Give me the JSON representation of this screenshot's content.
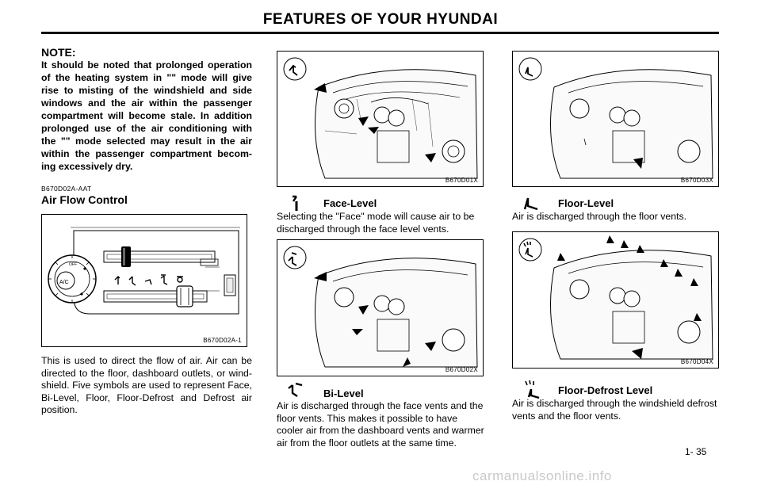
{
  "header": {
    "title": "FEATURES OF YOUR HYUNDAI"
  },
  "note": {
    "title": "NOTE:",
    "body": "It should be noted that prolonged operation of the heating system in \"\" mode will give rise to misting of the windshield and side windows and the air within the passenger compartment will become stale. In addition prolonged use of the air conditioning with the \"\" mode selected may result in the air within the passenger compartment becom- ing excessively dry."
  },
  "section": {
    "code": "B670D02A-AAT",
    "title": "Air Flow Control",
    "figure_label": "B670D02A-1",
    "panel_button_label": "A/C",
    "panel_off_label": "OFF",
    "body": "This is used to direct the flow of air. Air can be directed to the floor, dashboard outlets, or wind- shield. Five symbols are used to represent Face, Bi-Level, Floor, Floor-Defrost and Defrost air position."
  },
  "modes": {
    "face": {
      "title": "Face-Level",
      "figure_label": "B670D01X",
      "body": "Selecting the \"Face\" mode will cause air to be discharged through the face level vents."
    },
    "bilevel": {
      "title": "Bi-Level",
      "figure_label": "B670D02X",
      "body": "Air is discharged through the face vents and the floor vents. This makes it possible to have cooler air from the dashboard vents and warmer air from the floor outlets at the same time."
    },
    "floor": {
      "title": "Floor-Level",
      "figure_label": "B670D03X",
      "body": "Air is discharged through the floor vents."
    },
    "floordefrost": {
      "title": "Floor-Defrost Level",
      "figure_label": "B670D04X",
      "body": "Air is discharged through the windshield defrost vents and the floor vents."
    }
  },
  "page_number": "1- 35",
  "watermark": "carmanualsonline.info"
}
